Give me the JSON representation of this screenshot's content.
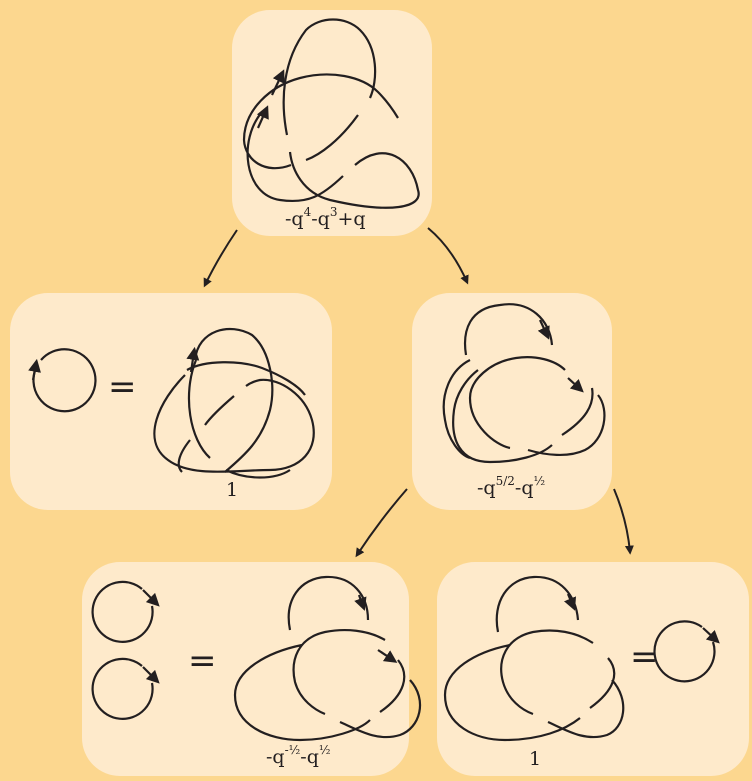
{
  "colors": {
    "background": "#fcd78f",
    "box": "#feeacb",
    "ink": "#231f20"
  },
  "nodes": [
    {
      "id": "top",
      "label_parts": [
        "-q",
        "4",
        "-q",
        "3",
        "+q"
      ]
    },
    {
      "id": "left",
      "label": "1",
      "equals": "="
    },
    {
      "id": "middle",
      "label_parts": [
        "-q",
        "5/2",
        "-q",
        "½"
      ]
    },
    {
      "id": "bottom-left",
      "label_parts": [
        "-q",
        "-½",
        "-q",
        "½"
      ],
      "equals": "="
    },
    {
      "id": "bottom-right",
      "label": "1",
      "equals": "="
    }
  ],
  "icons": [
    "trefoil-knot",
    "unknot-circle",
    "two-component-link",
    "arrow"
  ]
}
